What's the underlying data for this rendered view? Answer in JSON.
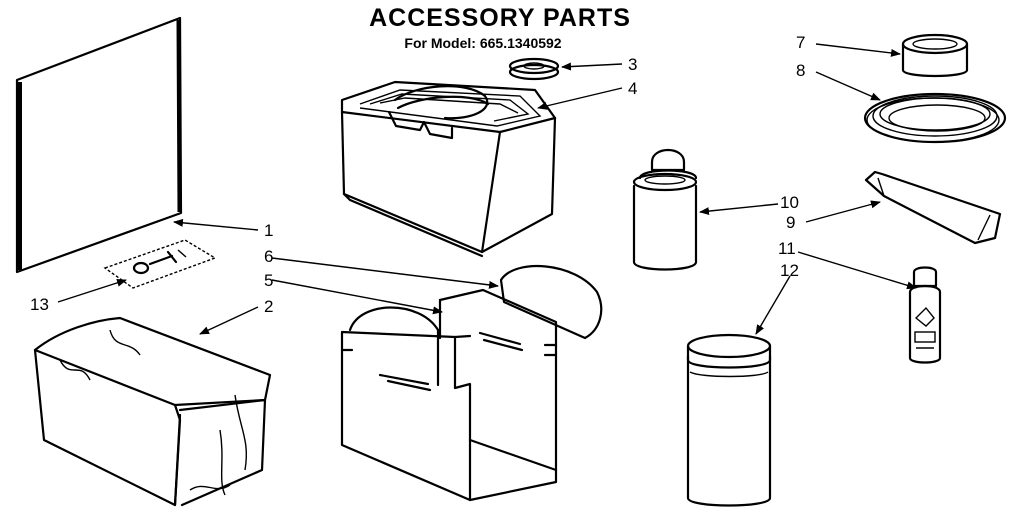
{
  "title": "ACCESSORY PARTS",
  "subtitle": "For Model: 665.1340592",
  "callouts": [
    "1",
    "2",
    "3",
    "4",
    "5",
    "6",
    "7",
    "8",
    "9",
    "10",
    "11",
    "12",
    "13"
  ]
}
